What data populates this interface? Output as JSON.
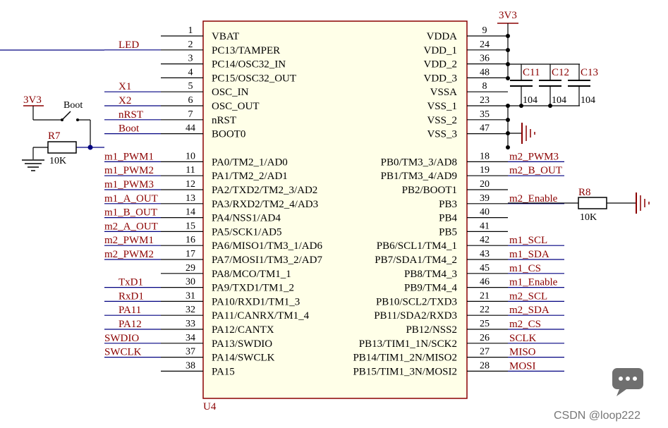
{
  "chip": {
    "designator": "U4",
    "left_pins": [
      {
        "num": "1",
        "name": "VBAT",
        "net": ""
      },
      {
        "num": "2",
        "name": "PC13/TAMPER",
        "net": "LED"
      },
      {
        "num": "3",
        "name": "PC14/OSC32_IN",
        "net": ""
      },
      {
        "num": "4",
        "name": "PC15/OSC32_OUT",
        "net": ""
      },
      {
        "num": "5",
        "name": "OSC_IN",
        "net": "X1"
      },
      {
        "num": "6",
        "name": "OSC_OUT",
        "net": "X2"
      },
      {
        "num": "7",
        "name": "nRST",
        "net": "nRST"
      },
      {
        "num": "44",
        "name": "BOOT0",
        "net": "Boot"
      },
      {
        "num": "10",
        "name": "PA0/TM2_1/AD0",
        "net": "m1_PWM1"
      },
      {
        "num": "11",
        "name": "PA1/TM2_2/AD1",
        "net": "m1_PWM2"
      },
      {
        "num": "12",
        "name": "PA2/TXD2/TM2_3/AD2",
        "net": "m1_PWM3"
      },
      {
        "num": "13",
        "name": "PA3/RXD2/TM2_4/AD3",
        "net": "m1_A_OUT"
      },
      {
        "num": "14",
        "name": "PA4/NSS1/AD4",
        "net": "m1_B_OUT"
      },
      {
        "num": "15",
        "name": "PA5/SCK1/AD5",
        "net": "m2_A_OUT"
      },
      {
        "num": "16",
        "name": "PA6/MISO1/TM3_1/AD6",
        "net": "m2_PWM1"
      },
      {
        "num": "17",
        "name": "PA7/MOSI1/TM3_2/AD7",
        "net": "m2_PWM2"
      },
      {
        "num": "29",
        "name": "PA8/MCO/TM1_1",
        "net": ""
      },
      {
        "num": "30",
        "name": "PA9/TXD1/TM1_2",
        "net": "TxD1"
      },
      {
        "num": "31",
        "name": "PA10/RXD1/TM1_3",
        "net": "RxD1"
      },
      {
        "num": "32",
        "name": "PA11/CANRX/TM1_4",
        "net": "PA11"
      },
      {
        "num": "33",
        "name": "PA12/CANTX",
        "net": "PA12"
      },
      {
        "num": "34",
        "name": "PA13/SWDIO",
        "net": "SWDIO"
      },
      {
        "num": "37",
        "name": "PA14/SWCLK",
        "net": "SWCLK"
      },
      {
        "num": "38",
        "name": "PA15",
        "net": ""
      }
    ],
    "right_pins": [
      {
        "num": "9",
        "name": "VDDA",
        "net": ""
      },
      {
        "num": "24",
        "name": "VDD_1",
        "net": ""
      },
      {
        "num": "36",
        "name": "VDD_2",
        "net": ""
      },
      {
        "num": "48",
        "name": "VDD_3",
        "net": ""
      },
      {
        "num": "8",
        "name": "VSSA",
        "net": ""
      },
      {
        "num": "23",
        "name": "VSS_1",
        "net": ""
      },
      {
        "num": "35",
        "name": "VSS_2",
        "net": ""
      },
      {
        "num": "47",
        "name": "VSS_3",
        "net": ""
      },
      {
        "num": "18",
        "name": "PB0/TM3_3/AD8",
        "net": "m2_PWM3"
      },
      {
        "num": "19",
        "name": "PB1/TM3_4/AD9",
        "net": "m2_B_OUT"
      },
      {
        "num": "20",
        "name": "PB2/BOOT1",
        "net": ""
      },
      {
        "num": "39",
        "name": "PB3",
        "net": "m2_Enable"
      },
      {
        "num": "40",
        "name": "PB4",
        "net": ""
      },
      {
        "num": "41",
        "name": "PB5",
        "net": ""
      },
      {
        "num": "42",
        "name": "PB6/SCL1/TM4_1",
        "net": "m1_SCL"
      },
      {
        "num": "43",
        "name": "PB7/SDA1/TM4_2",
        "net": "m1_SDA"
      },
      {
        "num": "45",
        "name": "PB8/TM4_3",
        "net": "m1_CS"
      },
      {
        "num": "46",
        "name": "PB9/TM4_4",
        "net": "m1_Enable"
      },
      {
        "num": "21",
        "name": "PB10/SCL2/TXD3",
        "net": "m2_SCL"
      },
      {
        "num": "22",
        "name": "PB11/SDA2/RXD3",
        "net": "m2_SDA"
      },
      {
        "num": "25",
        "name": "PB12/NSS2",
        "net": "m2_CS"
      },
      {
        "num": "26",
        "name": "PB13/TIM1_1N/SCK2",
        "net": "SCLK"
      },
      {
        "num": "27",
        "name": "PB14/TIM1_2N/MISO2",
        "net": "MISO"
      },
      {
        "num": "28",
        "name": "PB15/TIM1_3N/MOSI2",
        "net": "MOSI"
      }
    ]
  },
  "power_net": "3V3",
  "boot_circuit": {
    "power": "3V3",
    "switch_label": "Boot",
    "resistor": {
      "ref": "R7",
      "value": "10K"
    }
  },
  "pb2_resistor": {
    "ref": "R8",
    "value": "10K"
  },
  "capacitors": [
    {
      "ref": "C11",
      "value": "104"
    },
    {
      "ref": "C12",
      "value": "104"
    },
    {
      "ref": "C13",
      "value": "104"
    }
  ],
  "watermark": "CSDN @loop222",
  "colors": {
    "net_text": "#8b0000",
    "wire": "#000080",
    "outline": "#8b0000",
    "fill": "#ffffe8"
  }
}
